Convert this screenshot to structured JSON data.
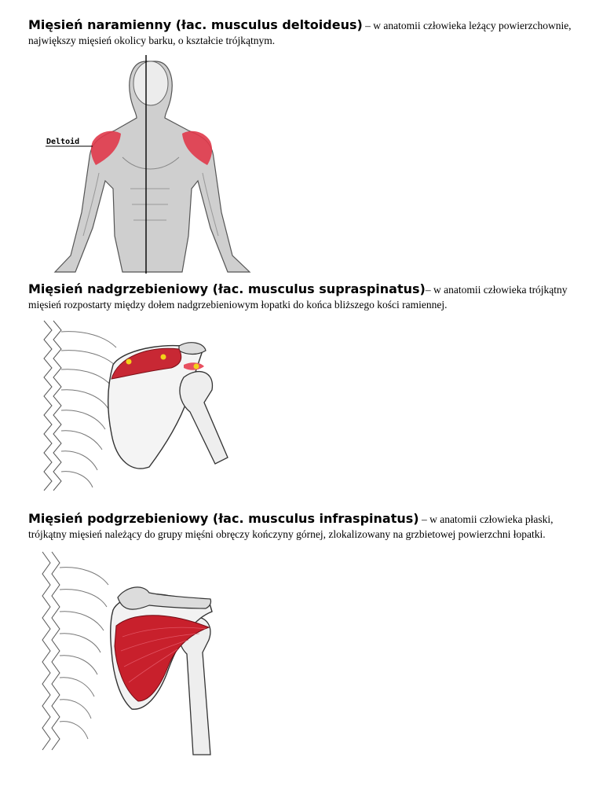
{
  "sections": [
    {
      "heading": "Mięsień naramienny (łac. musculus deltoideus)",
      "desc_inline": " – w anatomii człowieka leżący powierzchownie,",
      "desc_line2": "największy mięsień okolicy barku, o kształcie trójkątnym.",
      "figure_label": "Deltoid"
    },
    {
      "heading": "Mięsień nadgrzebieniowy (łac. musculus supraspinatus)",
      "desc_inline": "– w anatomii człowieka trójkątny",
      "desc_line2": "mięsień rozpostarty między dołem nadgrzebieniowym łopatki do końca bliższego kości ramiennej."
    },
    {
      "heading": "Mięsień podgrzebieniowy (łac. musculus infraspinatus)",
      "desc_inline": " – w anatomii człowieka płaski,",
      "desc_line2": "trójkątny mięsień należący do grupy mięśni obręczy kończyny górnej, zlokalizowany na grzbietowej powierzchni łopatki."
    }
  ],
  "colors": {
    "muscle_red": "#d8303a",
    "highlight_red": "#e85060",
    "bone_outline": "#444444",
    "skin_gray": "#bdbdbd"
  }
}
